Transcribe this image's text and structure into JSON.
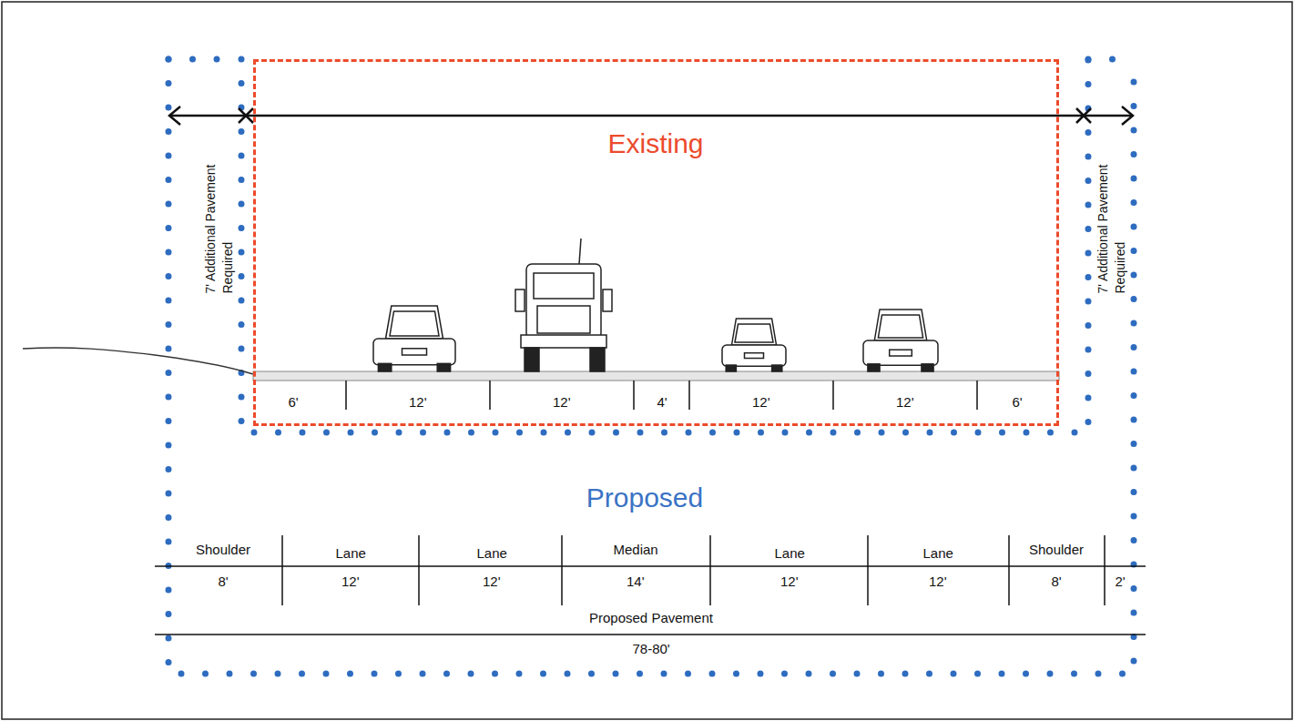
{
  "diagram": {
    "nodes": [
      {
        "text": [
          "Proposed"
        ]
      },
      {
        "text": [
          "Existing"
        ],
        "in": 0
      }
    ],
    "labels": [
      "7' Additional Pavement Required",
      "7' Additional Pavement Required",
      "6'",
      "12'",
      "12'",
      "4'",
      "12'",
      "12'",
      "6'",
      "Shoulder",
      "Lane",
      "Lane",
      "Median",
      "Lane",
      "Lane",
      "Shoulder",
      "8'",
      "12'",
      "12'",
      "14'",
      "12'",
      "12'",
      "8'",
      "2'",
      "Proposed Pavement",
      "78-80'"
    ]
  }
}
